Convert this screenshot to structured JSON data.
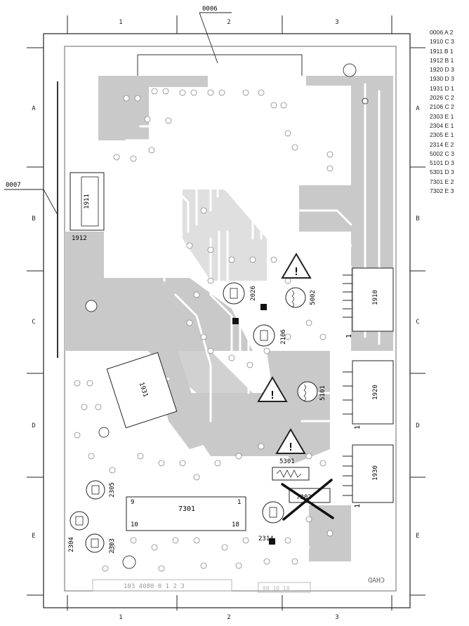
{
  "grid": {
    "columns": [
      "1",
      "2",
      "3"
    ],
    "rows": [
      "A",
      "B",
      "C",
      "D",
      "E"
    ]
  },
  "callouts": {
    "top": "0006",
    "left": "0007"
  },
  "index": [
    "0006 A 2",
    "1910 C 3",
    "1911 B 1",
    "1912 B 1",
    "1920 D 3",
    "1930 D 3",
    "1931 D 1",
    "2026 C 2",
    "2106 C 2",
    "2303 E 1",
    "2304 E 1",
    "2305 E 1",
    "2314 E 2",
    "5002 C 3",
    "5101 D 3",
    "5301 D 3",
    "7301 E 2",
    "7302 E 3"
  ],
  "components": {
    "c1911": "1911",
    "c1912": "1912",
    "c2026": "2026",
    "c5002": "5002",
    "c1910": "1910",
    "c2106": "2106",
    "c1931": "1931",
    "c5101": "5101",
    "c1920": "1920",
    "c5301": "5301",
    "c1930": "1930",
    "c7302": "7302",
    "c7301": "7301",
    "c2305": "2305",
    "c2304": "2304",
    "c2303": "2303",
    "c2314": "2314"
  },
  "pin_labels": {
    "ic_pin9": "9",
    "ic_pin1": "1",
    "ic_pin10": "10",
    "ic_pin18": "18",
    "conn1910_pin1": "1",
    "conn1920_pin1": "1",
    "conn1930_pin1": "1"
  },
  "board_marks": {
    "part_number": "103 4080 0 1 2 3",
    "maker_mark": "CHAD",
    "date_code": "00 10 18"
  },
  "warning_symbol": "!",
  "colors": {
    "copper": "#c9c9c9",
    "trace": "#ffffff",
    "outline": "#222222"
  }
}
